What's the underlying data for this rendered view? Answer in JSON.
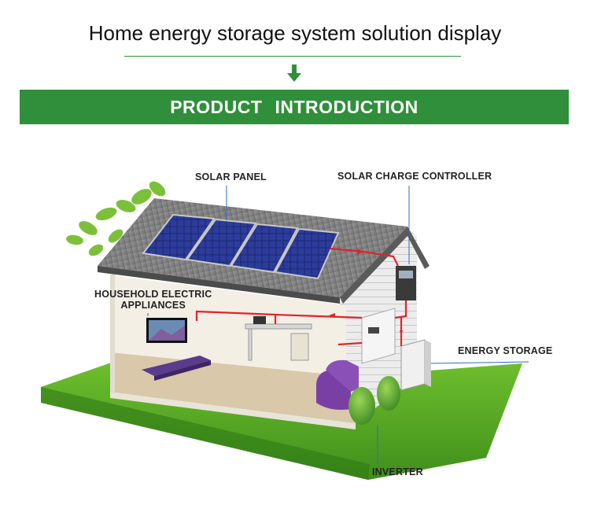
{
  "header": {
    "title": "Home energy storage system solution display",
    "banner_word_1": "PRODUCT",
    "banner_word_2": "INTRODUCTION"
  },
  "colors": {
    "accent_green": "#2f8f3a",
    "wire_red": "#e0242a",
    "callout_line": "#2c6bbf"
  },
  "labels": {
    "solar_panel": "SOLAR PANEL",
    "solar_charge_controller": "SOLAR CHARGE CONTROLLER",
    "household_line_1": "HOUSEHOLD ELECTRIC",
    "household_line_2": "APPLIANCES",
    "energy_storage": "ENERGY STORAGE",
    "inverter": "INVERTER"
  }
}
